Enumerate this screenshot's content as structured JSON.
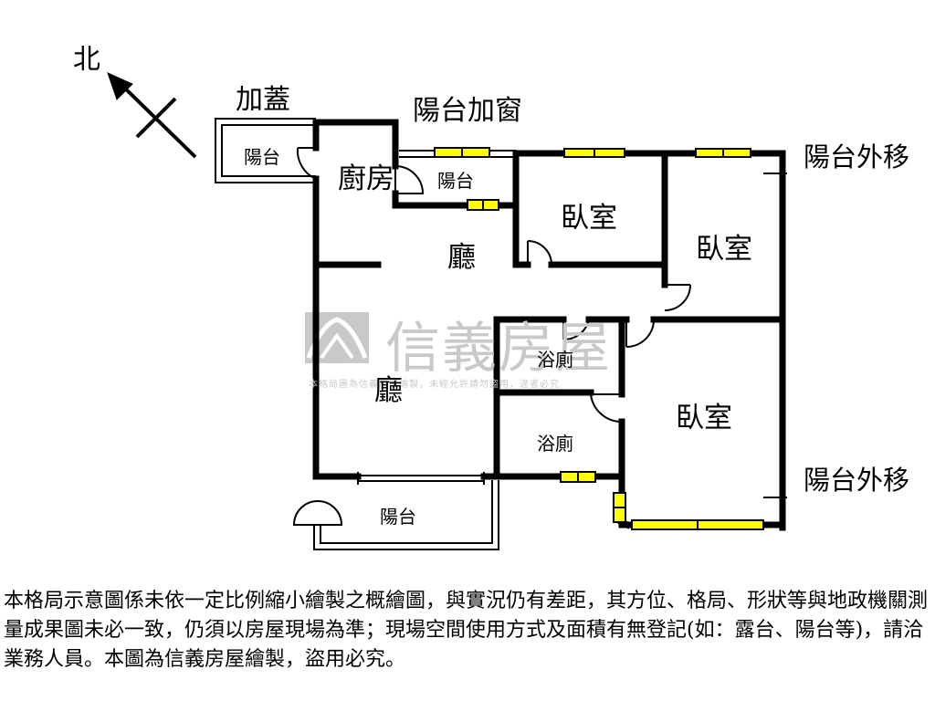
{
  "plan": {
    "compass": "北",
    "rooms": {
      "kitchen": "廚房",
      "living_top": "廳",
      "living_main": "廳",
      "bedroom_1": "臥室",
      "bedroom_2": "臥室",
      "bedroom_3": "臥室",
      "bath_1": "浴廁",
      "bath_2": "浴廁",
      "balcony_kitchen": "陽台",
      "balcony_back": "陽台",
      "balcony_front": "陽台"
    },
    "notes": {
      "roof_added": "加蓋",
      "balcony_window": "陽台加窗",
      "balcony_out_top": "陽台外移",
      "balcony_out_bottom": "陽台外移"
    }
  },
  "watermark": {
    "brand": "信義房屋",
    "fine": "本格局圖為信義房屋繪製，未經允許請勿盜用，違者必究"
  },
  "disclaimer": "本格局示意圖係未依一定比例縮小繪製之概繪圖，與實況仍有差距，其方位、格局、形狀等與地政機關測量成果圖未必一致，仍須以房屋現場為準；現場空間使用方式及面積有無登記(如：露台、陽台等)，請洽業務人員。本圖為信義房屋繪製，盜用必究。",
  "colors": {
    "wall": "#000000",
    "window": "#ffff00",
    "watermark": "#c9c9c9"
  }
}
